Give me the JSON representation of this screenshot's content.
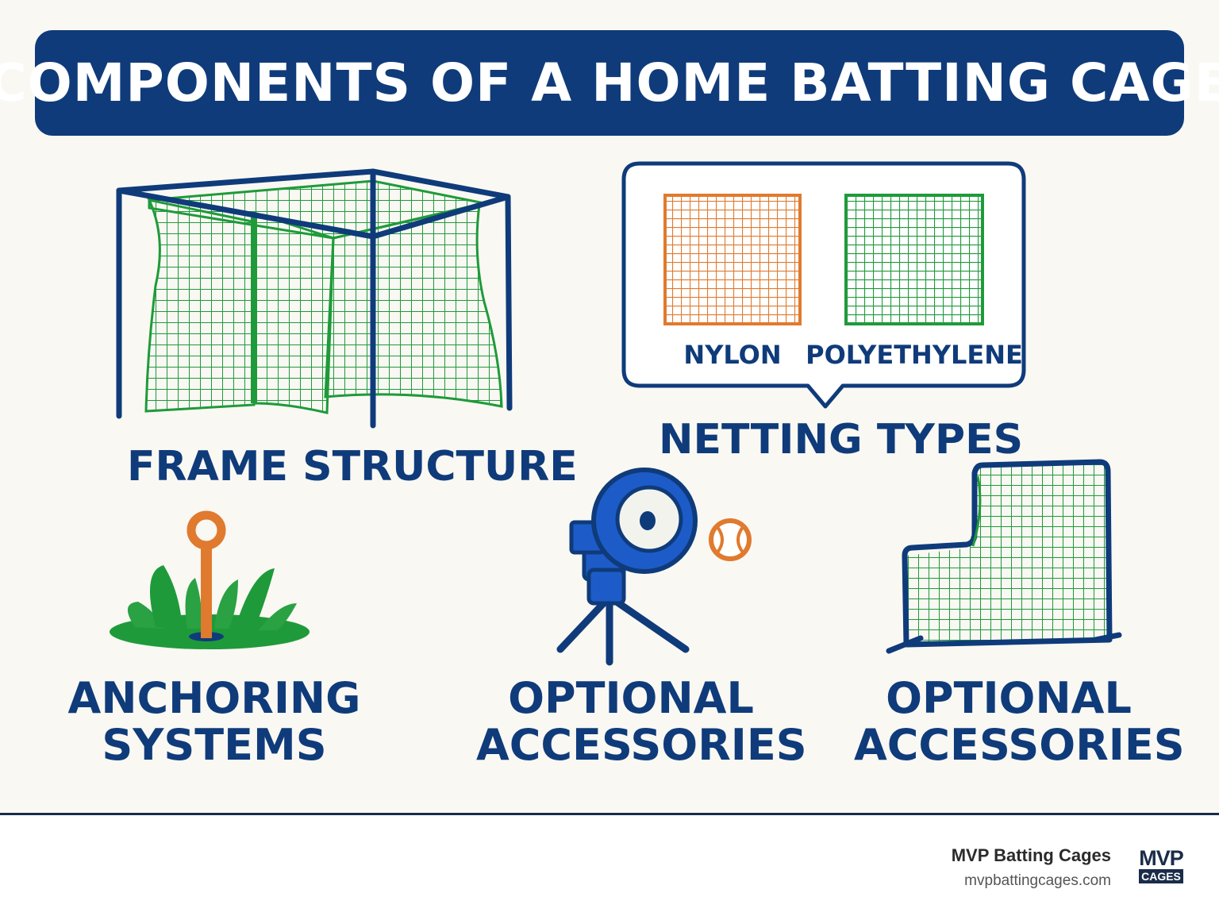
{
  "title": "COMPONENTS OF A HOME BATTING CAGE",
  "colors": {
    "navy": "#0f3b7a",
    "net_green": "#1f9a3a",
    "orange": "#e07a2e",
    "machine_blue": "#1d5cc8",
    "background": "#f9f8f3"
  },
  "components": [
    {
      "label": "FRAME STRUCTURE",
      "icon": "cage-frame-icon"
    },
    {
      "label": "NETTING TYPES",
      "icon": "speech-bubble-icon",
      "netting": [
        {
          "label": "NYLON",
          "color": "#e07a2e"
        },
        {
          "label": "POLYETHYLENE",
          "color": "#1f9a3a"
        }
      ]
    },
    {
      "label_line1": "ANCHORING",
      "label_line2": "SYSTEMS",
      "icon": "ground-stake-icon"
    },
    {
      "label_line1": "OPTIONAL",
      "label_line2": "ACCESSORIES",
      "icon": "pitching-machine-icon"
    },
    {
      "label_line1": "OPTIONAL",
      "label_line2": "ACCESSORIES",
      "icon": "l-screen-icon"
    }
  ],
  "footer": {
    "brand": "MVP Batting Cages",
    "url": "mvpbattingcages.com",
    "logo_top": "MVP",
    "logo_bottom": "CAGES"
  }
}
